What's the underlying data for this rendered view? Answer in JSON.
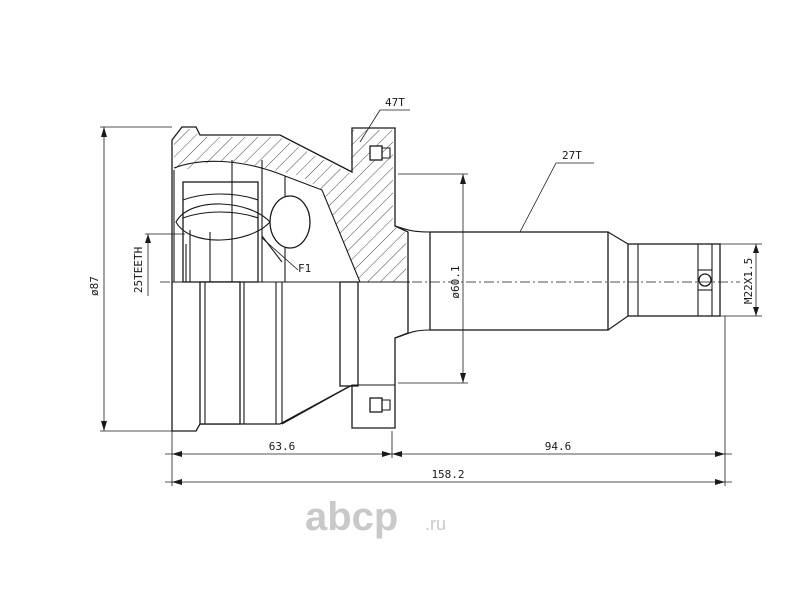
{
  "drawing": {
    "title": "",
    "labels": {
      "flange_teeth": "47T",
      "spline_teeth": "27T",
      "inner_teeth": "25TEETH",
      "point_f1": "F1",
      "diameter_housing": "ø87",
      "diameter_spline": "ø60.1",
      "thread": "M22X1.5"
    },
    "dimensions": {
      "housing_length": "63.6",
      "shaft_length": "94.6",
      "total_length": "158.2"
    }
  },
  "watermark": {
    "brand": "abcp",
    "suffix": ".ru"
  },
  "colors": {
    "line": "#1a1a1a",
    "watermark": "#c9c9c9",
    "background": "#ffffff"
  }
}
